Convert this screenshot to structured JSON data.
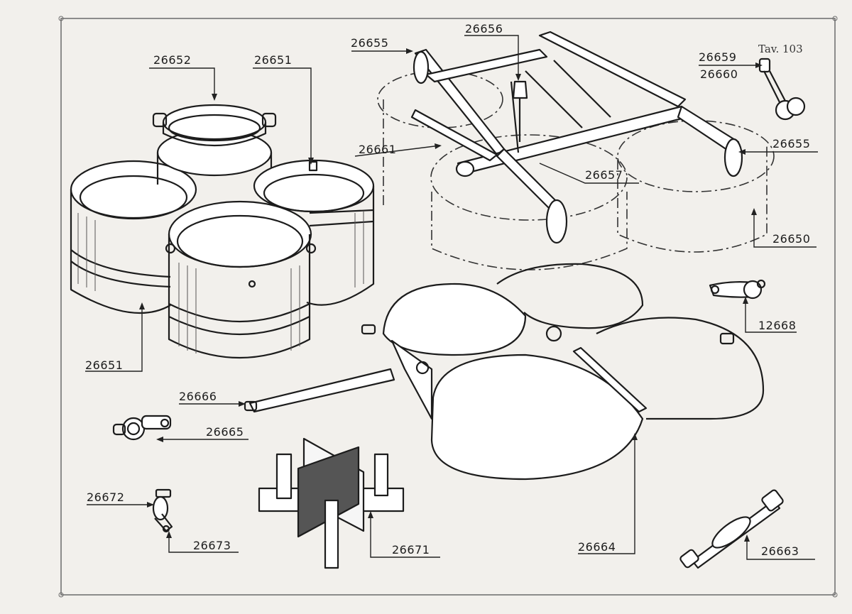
{
  "plate": {
    "title": "Tav. 103"
  },
  "labels": {
    "l26652": "26652",
    "l26651_top": "26651",
    "l26655_left": "26655",
    "l26656": "26656",
    "l26659": "26659",
    "l26660": "26660",
    "l26655_right": "26655",
    "l26661": "26661",
    "l26657": "26657",
    "l26650": "26650",
    "l12668": "12668",
    "l26651_bottom": "26651",
    "l26666": "26666",
    "l26665": "26665",
    "l26672": "26672",
    "l26673": "26673",
    "l26671": "26671",
    "l26664": "26664",
    "l26663": "26663"
  },
  "parts": [
    {
      "id": "tank-bands",
      "icon": "cylinder-bands-icon"
    },
    {
      "id": "strap-clamp",
      "icon": "strap-clamp-icon"
    },
    {
      "id": "frame",
      "icon": "frame-icon"
    },
    {
      "id": "bolt",
      "icon": "bolt-icon"
    },
    {
      "id": "cradle",
      "icon": "cradle-icon"
    },
    {
      "id": "clamp-12668",
      "icon": "clamp-icon"
    },
    {
      "id": "clamp-26665",
      "icon": "clamp-icon"
    },
    {
      "id": "clip-26672",
      "icon": "clip-icon"
    },
    {
      "id": "cross-base",
      "icon": "cross-base-icon"
    },
    {
      "id": "turnbuckle",
      "icon": "turnbuckle-icon"
    }
  ],
  "colors": {
    "paper": "#f2f0ec",
    "ink": "#1c1c1c",
    "border": "#6b6b6b"
  }
}
